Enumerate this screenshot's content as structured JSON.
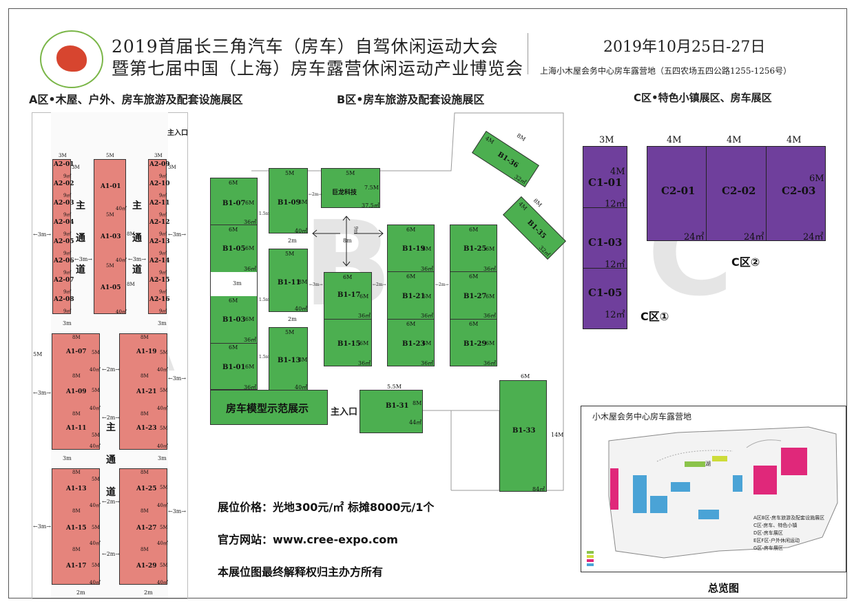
{
  "header": {
    "title_line1": "2019首届长三角汽车（房车）自驾休闲运动大会",
    "title_line2": "暨第七届中国（上海）房车露营休闲运动产业博览会",
    "date": "2019年10月25日-27日",
    "address": "上海小木屋会务中心房车露营地（五四农场五四公路1255-1256号）"
  },
  "zones": {
    "a": "A区•木屋、户外、房车旅游及配套设施展区",
    "b": "B区•房车旅游及配套设施展区",
    "c": "C区•特色小镇展区、房车展区"
  },
  "watermarks": {
    "a": "A",
    "b": "B",
    "c": "C"
  },
  "labels": {
    "main_entrance": "主入口",
    "aisle_1": "主",
    "aisle_2": "通",
    "aisle_3": "道",
    "model_show": "房车模型示范展示",
    "c1": "C区①",
    "c2": "C区②"
  },
  "booths_a": {
    "left_small": [
      {
        "id": "A2-01",
        "m": "3M",
        "a": "9㎡"
      },
      {
        "id": "A2-02",
        "a": "9㎡"
      },
      {
        "id": "A2-03",
        "a": "9㎡"
      },
      {
        "id": "A2-04",
        "a": "9㎡"
      },
      {
        "id": "A2-05",
        "a": "9㎡"
      },
      {
        "id": "A2-06",
        "a": "9㎡"
      },
      {
        "id": "A2-07",
        "a": "9㎡"
      },
      {
        "id": "A2-08",
        "a": "9㎡"
      }
    ],
    "right_small": [
      {
        "id": "A2-09",
        "m": "3M",
        "a": "9㎡"
      },
      {
        "id": "A2-10",
        "a": "9㎡"
      },
      {
        "id": "A2-11",
        "a": "9㎡"
      },
      {
        "id": "A2-12",
        "a": "9㎡"
      },
      {
        "id": "A2-13",
        "a": "9㎡"
      },
      {
        "id": "A2-14",
        "a": "9㎡"
      },
      {
        "id": "A2-15",
        "a": "9㎡"
      },
      {
        "id": "A2-16",
        "a": "9㎡"
      }
    ],
    "mid": [
      {
        "id": "A1-01",
        "top": "5M",
        "side": "8M",
        "a": "40㎡"
      },
      {
        "id": "A1-03",
        "top": "5M",
        "side": "8M",
        "a": "40㎡"
      },
      {
        "id": "A1-05",
        "top": "5M",
        "side": "8M",
        "a": "40㎡"
      }
    ],
    "lower_left": [
      {
        "id": "A1-07",
        "top": "8M",
        "side": "5M",
        "a": "40㎡"
      },
      {
        "id": "A1-09",
        "top": "8M",
        "side": "5M",
        "a": "40㎡"
      },
      {
        "id": "A1-11",
        "top": "8M",
        "side": "5M",
        "a": "40㎡"
      },
      {
        "id": "A1-13",
        "top": "8M",
        "side": "5M",
        "a": "40㎡"
      },
      {
        "id": "A1-15",
        "top": "8M",
        "side": "5M",
        "a": "40㎡"
      },
      {
        "id": "A1-17",
        "top": "8M",
        "side": "5M",
        "a": "40㎡"
      }
    ],
    "lower_right": [
      {
        "id": "A1-19",
        "top": "8M",
        "side": "5M",
        "a": "40㎡"
      },
      {
        "id": "A1-21",
        "top": "8M",
        "side": "5M",
        "a": "40㎡"
      },
      {
        "id": "A1-23",
        "top": "8M",
        "side": "5M",
        "a": "40㎡"
      },
      {
        "id": "A1-25",
        "top": "8M",
        "side": "5M",
        "a": "40㎡"
      },
      {
        "id": "A1-27",
        "top": "8M",
        "side": "5M",
        "a": "40㎡"
      },
      {
        "id": "A1-29",
        "top": "8M",
        "side": "5M",
        "a": "40㎡"
      }
    ],
    "dims": {
      "w3m": "←3m→",
      "w2m": "←2m→",
      "v3m": "3m",
      "v2m": "2m",
      "five_m": "5M"
    }
  },
  "booths_b": {
    "b107": {
      "id": "B1-07",
      "top": "6M",
      "side": "6M",
      "a": "36㎡"
    },
    "b105": {
      "id": "B1-05",
      "top": "6M",
      "side": "6M",
      "a": "36㎡"
    },
    "b103": {
      "id": "B1-03",
      "top": "6M",
      "side": "6M",
      "a": "36㎡"
    },
    "b101": {
      "id": "B1-01",
      "top": "6M",
      "side": "6M",
      "a": "36㎡"
    },
    "b109": {
      "id": "B1-09",
      "top": "5M",
      "side": "8M",
      "a": "40㎡"
    },
    "b111": {
      "id": "B1-11",
      "top": "5M",
      "side": "8M",
      "a": "40㎡"
    },
    "b113": {
      "id": "B1-13",
      "top": "5M",
      "side": "8M",
      "a": "40㎡"
    },
    "special": {
      "id": "巨龙科技",
      "top": "5M",
      "side": "7.5M",
      "a": "37.5㎡"
    },
    "b117": {
      "id": "B1-17",
      "top": "6M",
      "side": "6M",
      "a": "36㎡"
    },
    "b115": {
      "id": "B1-15",
      "side": "6M",
      "a": "36㎡"
    },
    "b119": {
      "id": "B1-19",
      "top": "6M",
      "side": "6M",
      "a": "36㎡"
    },
    "b121": {
      "id": "B1-21",
      "top": "6M",
      "side": "6M",
      "a": "36㎡"
    },
    "b123": {
      "id": "B1-23",
      "top": "6M",
      "side": "6M",
      "a": "36㎡"
    },
    "b125": {
      "id": "B1-25",
      "top": "6M",
      "side": "6M",
      "a": "36㎡"
    },
    "b127": {
      "id": "B1-27",
      "top": "6M",
      "side": "6M",
      "a": "36㎡"
    },
    "b129": {
      "id": "B1-29",
      "top": "6M",
      "side": "6M",
      "a": "36㎡"
    },
    "b131": {
      "id": "B1-31",
      "top": "5.5M",
      "side": "8M",
      "a": "44㎡"
    },
    "b133": {
      "id": "B1-33",
      "top": "6M",
      "side": "14M",
      "a": "84㎡"
    },
    "b136": {
      "id": "B1-36",
      "m1": "4M",
      "m2": "8M",
      "a": "32㎡"
    },
    "b135": {
      "id": "B1-35",
      "m1": "4M",
      "m2": "8M",
      "a": "32㎡"
    },
    "dims": {
      "v9m": "9m",
      "h8m": "8m",
      "v3m": "3m",
      "v2m": "2m",
      "w15": "1.5m",
      "w2": "←2m→",
      "w3": "←3m→"
    }
  },
  "booths_c": {
    "c101": {
      "id": "C1-01",
      "top": "3M",
      "side": "4M",
      "a": "12㎡"
    },
    "c103": {
      "id": "C1-03",
      "a": "12㎡"
    },
    "c105": {
      "id": "C1-05",
      "a": "12㎡"
    },
    "c201": {
      "id": "C2-01",
      "top": "4M",
      "a": "24㎡"
    },
    "c202": {
      "id": "C2-02",
      "top": "4M",
      "a": "24㎡"
    },
    "c203": {
      "id": "C2-03",
      "top": "4M",
      "side": "6M",
      "a": "24㎡"
    }
  },
  "info": {
    "price": "展位价格：光地300元/㎡  标摊8000元/1个",
    "website": "官方网站：www.cree-expo.com",
    "rights": "本展位图最终解释权归主办方所有"
  },
  "overview": {
    "title": "小木屋会务中心房车露营地",
    "caption": "总览图",
    "lake": "湖",
    "legend": [
      "A区B区-房车旅游及配套设施展区",
      "C区-房车、特色小镇",
      "D区-房车展区",
      "E区F区-户外休闲运动",
      "G区-房车展区"
    ]
  },
  "colors": {
    "a_booth": "#e5847c",
    "b_booth": "#4caf50",
    "c_booth": "#6f3f9c"
  }
}
